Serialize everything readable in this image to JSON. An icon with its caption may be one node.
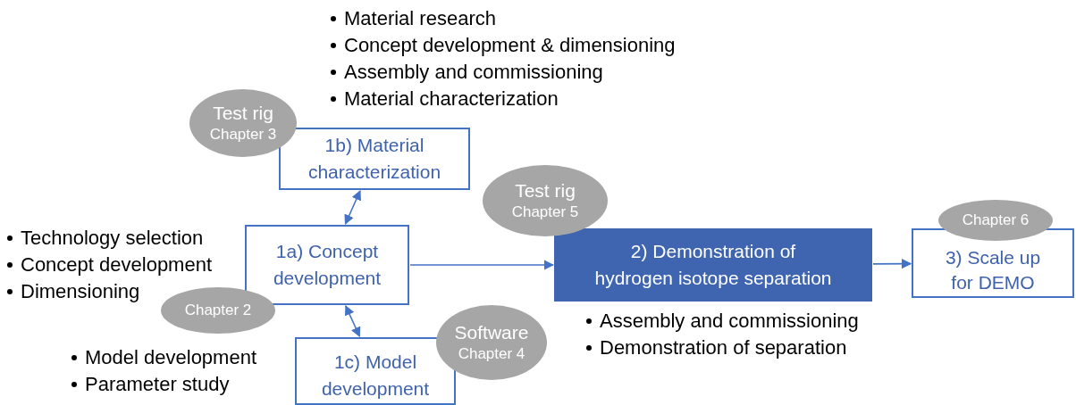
{
  "diagram": {
    "nodes": [
      {
        "text": [
          "Test rig",
          "Chapter 3"
        ]
      },
      {
        "text": [
          "1b) Material characterization"
        ],
        "beside": [
          "Material research",
          "Concept development & dimensioning",
          "Assembly and commissioning",
          "Material characterization"
        ]
      },
      {
        "text": [
          "Test rig",
          "Chapter 5"
        ]
      },
      {
        "text": [
          "1a) Concept development"
        ],
        "beside": [
          "Technology selection",
          "Concept development",
          "Dimensioning"
        ]
      },
      {
        "text": [
          "2) Demonstration of hydrogen isotope separation"
        ],
        "beside": [
          "Assembly and commissioning",
          "Demonstration of separation"
        ]
      },
      {
        "text": [
          "Chapter 6"
        ]
      },
      {
        "text": [
          "3) Scale up for DEMO"
        ]
      },
      {
        "text": [
          "Chapter 2"
        ]
      },
      {
        "text": [
          "Software",
          "Chapter 4"
        ]
      },
      {
        "text": [
          "1c) Model development"
        ],
        "beside": [
          "Model development",
          "Parameter study"
        ]
      }
    ],
    "edges": [
      {
        "from": 3,
        "to": 1,
        "arrow": "both"
      },
      {
        "from": 3,
        "to": 4,
        "arrow": "to"
      },
      {
        "from": 4,
        "to": 6,
        "arrow": "to"
      },
      {
        "from": 3,
        "to": 9,
        "arrow": "both"
      }
    ]
  }
}
